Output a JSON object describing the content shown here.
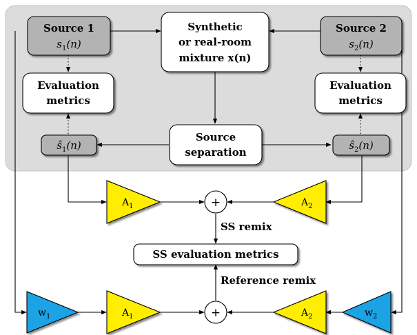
{
  "source1": {
    "title": "Source 1",
    "signal_base": "s",
    "signal_sub": "1",
    "signal_arg": "(n)"
  },
  "source2": {
    "title": "Source 2",
    "signal_base": "s",
    "signal_sub": "2",
    "signal_arg": "(n)"
  },
  "mixture": {
    "line1": "Synthetic",
    "line2": "or real-room",
    "line3": "mixture x(n)"
  },
  "eval_left": {
    "line1": "Evaluation",
    "line2": "metrics"
  },
  "eval_right": {
    "line1": "Evaluation",
    "line2": "metrics"
  },
  "est1": {
    "base": "ŝ",
    "sub": "1",
    "arg": "(n)"
  },
  "est2": {
    "base": "ŝ",
    "sub": "2",
    "arg": "(n)"
  },
  "separation": {
    "line1": "Source",
    "line2": "separation"
  },
  "amp_top_left": {
    "base": "A",
    "sub": "1"
  },
  "amp_top_right": {
    "base": "A",
    "sub": "2"
  },
  "amp_bot_left": {
    "base": "A",
    "sub": "1"
  },
  "amp_bot_right": {
    "base": "A",
    "sub": "2"
  },
  "w_left": {
    "base": "w",
    "sub": "1"
  },
  "w_right": {
    "base": "w",
    "sub": "2"
  },
  "sum_symbol": "+",
  "ss_remix_label": "SS remix",
  "ss_eval_label": "SS evaluation metrics",
  "ref_remix_label": "Reference remix",
  "colors": {
    "panel": "#dcdcdc",
    "source_box": "#b3b3b3",
    "amplifier": "#ffee00",
    "weight": "#1fa3e6"
  }
}
